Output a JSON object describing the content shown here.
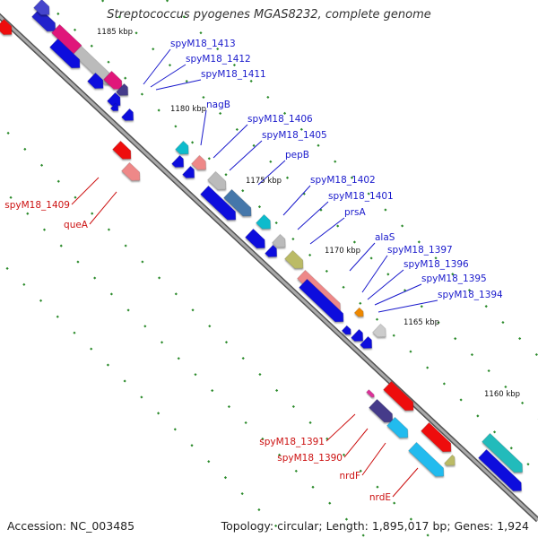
{
  "title": "Streptococcus pyogenes MGAS8232, complete genome",
  "footer": {
    "accession": "Accession: NC_003485",
    "topology": "Topology: circular; Length: 1,895,017 bp; Genes: 1,924"
  },
  "ticks": [
    "1185 kbp",
    "1180 kbp",
    "1175 kbp",
    "1170 kbp",
    "1165 kbp",
    "1160 kbp"
  ],
  "labels_forward": [
    "spyM18_1413",
    "spyM18_1412",
    "spyM18_1411",
    "nagB",
    "spyM18_1406",
    "spyM18_1405",
    "pepB",
    "spyM18_1402",
    "spyM18_1401",
    "prsA",
    "alaS",
    "spyM18_1397",
    "spyM18_1396",
    "spyM18_1395",
    "spyM18_1394"
  ],
  "labels_reverse": [
    "spyM18_1409",
    "queA",
    "spyM18_1391",
    "spyM18_1390",
    "nrdF",
    "nrdE"
  ],
  "colors": {
    "forward_label": "#1a1acc",
    "reverse_label": "#cc1111",
    "backbone": "#8a8a8a",
    "tick_mark": "#2a8a2a"
  }
}
